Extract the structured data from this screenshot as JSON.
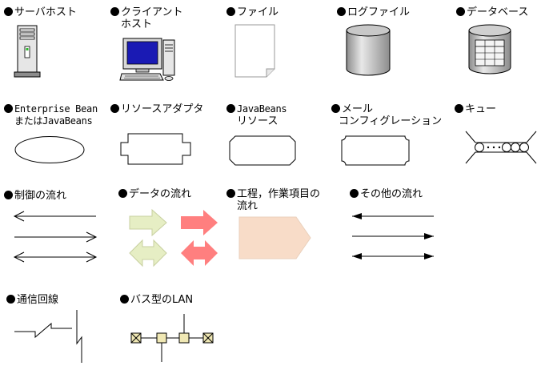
{
  "legend": {
    "server_host": "サーバホスト",
    "client_host": [
      "クライアント",
      "ホスト"
    ],
    "file": "ファイル",
    "log_file": "ログファイル",
    "database": "データベース",
    "ejb_bean": [
      "Enterprise Bean",
      "またはJavaBeans"
    ],
    "resource_adapter": "リソースアダプタ",
    "javabeans_resource": [
      "JavaBeans",
      "リソース"
    ],
    "mail_config": [
      "メール",
      "コンフィグレーション"
    ],
    "queue": "キュー",
    "control_flow": "制御の流れ",
    "data_flow": "データの流れ",
    "process_flow": [
      "工程，作業項目の",
      "流れ"
    ],
    "other_flow": "その他の流れ",
    "comm_line": "通信回線",
    "bus_lan": "バス型のLAN"
  },
  "colors": {
    "data_flow_green": "#e6eec4",
    "data_flow_pink": "#ff7f7f",
    "process_flow_fill": "#f8dcc8",
    "cylinder_grey": "#b4b4b4",
    "monitor_blue": "#1a1ab4",
    "lan_node": "#f0e8b4"
  }
}
